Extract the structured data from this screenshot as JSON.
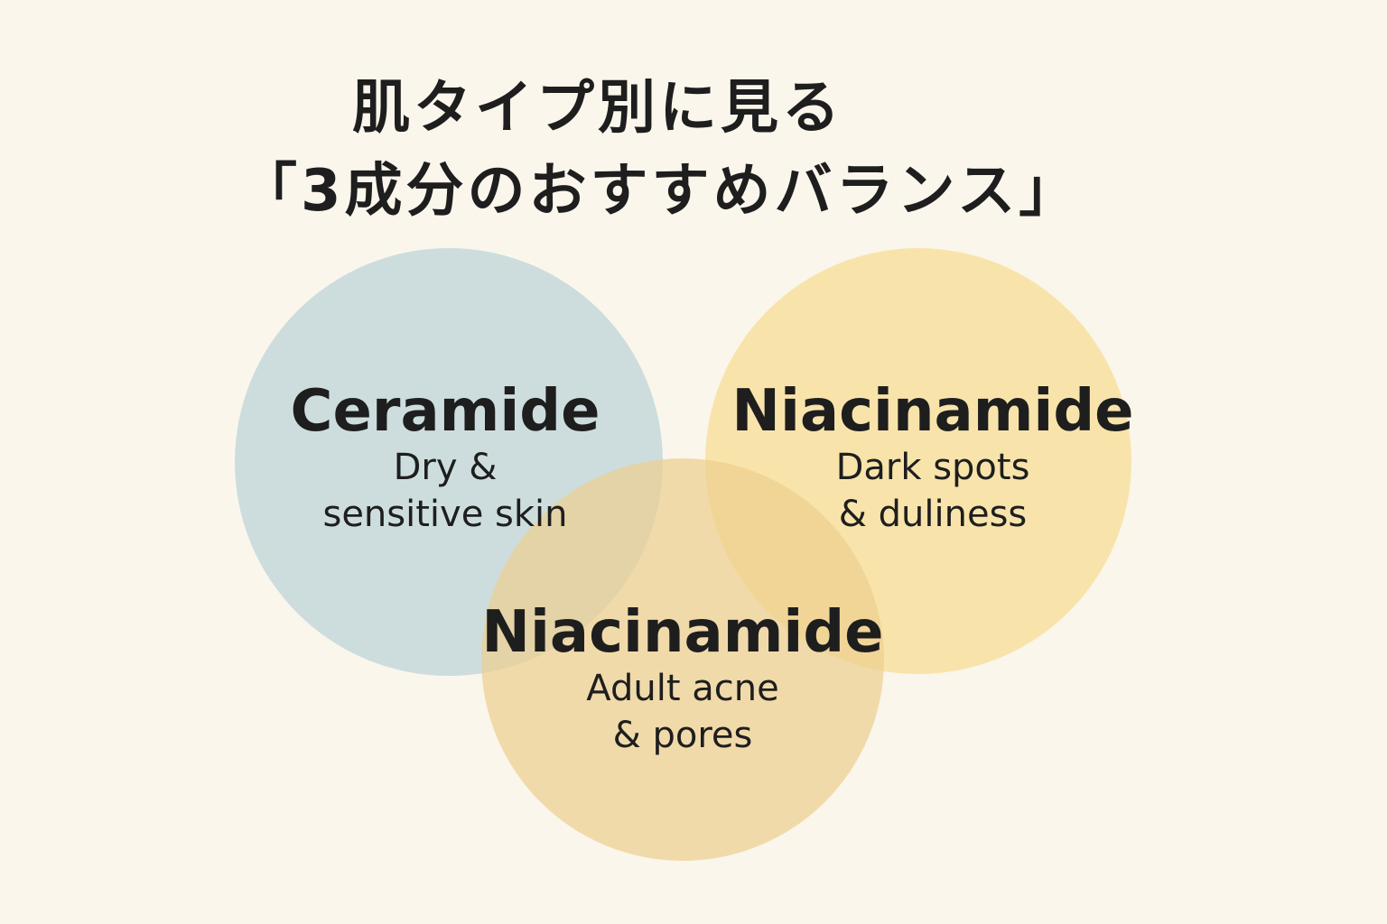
{
  "title": {
    "line1": "肌タイプ別に見る",
    "line2": "「3成分のおすすめバランス」"
  },
  "circles": [
    {
      "name": "Ceramide",
      "desc1": "Dry &",
      "desc2": "sensitive skin",
      "color": "#c4d8dc"
    },
    {
      "name": "Niacinamide",
      "desc1": "Dark spots",
      "desc2": "& duliness",
      "color": "#f7dd95"
    },
    {
      "name": "Niacinamide",
      "desc1": "Adult acne",
      "desc2": "& pores",
      "color": "#eccf8e"
    }
  ],
  "background": "#fbf6ec"
}
